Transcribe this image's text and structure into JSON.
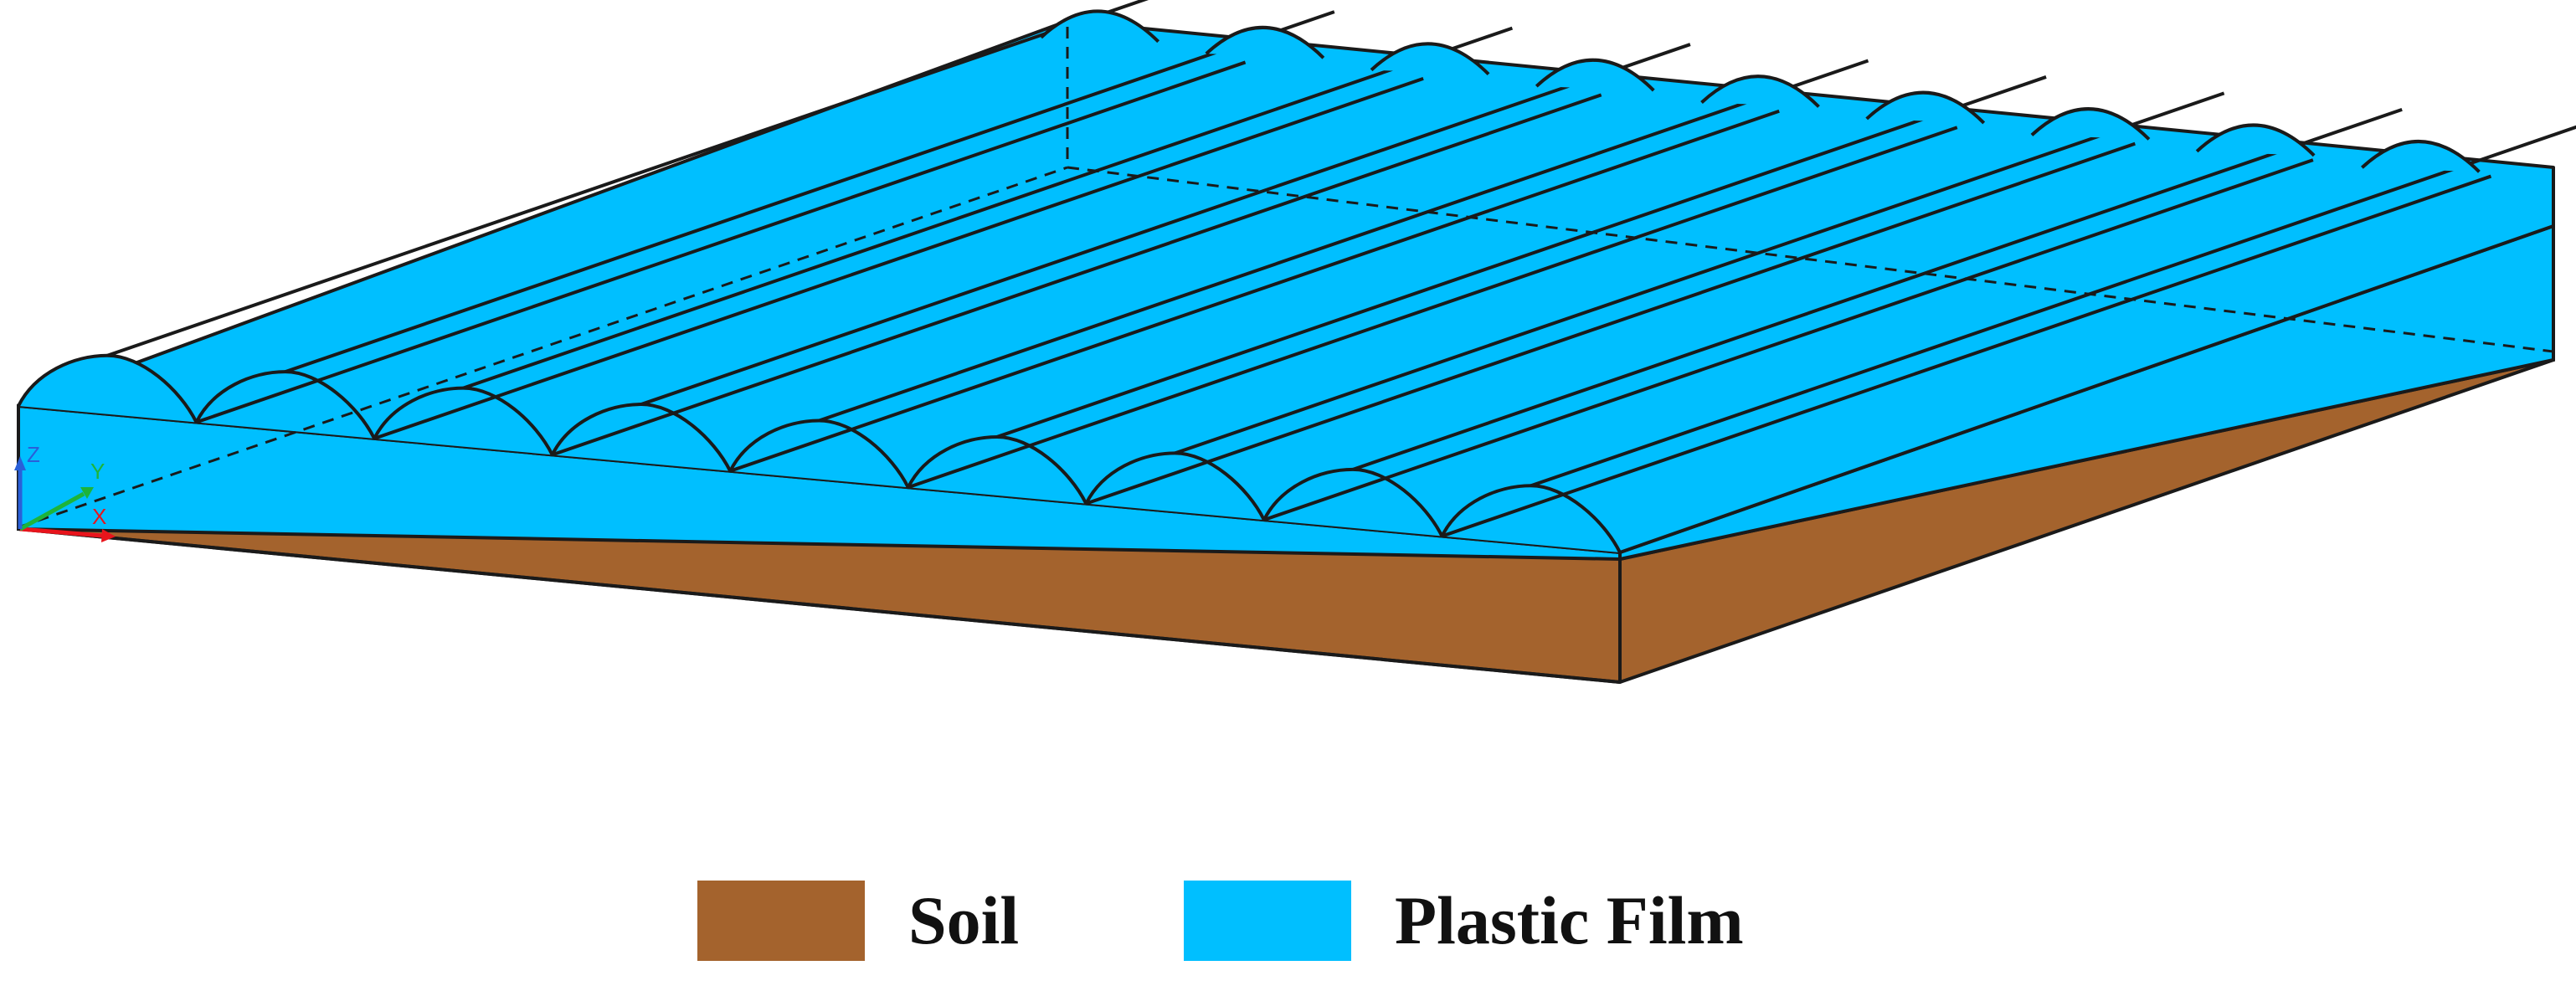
{
  "colors": {
    "soil": "#a4632d",
    "film": "#00bfff",
    "outline": "#1a1a1a",
    "axis_x": "#e8141c",
    "axis_y": "#1db43a",
    "axis_z": "#2a5fd8"
  },
  "legend": {
    "items": [
      {
        "label": "Soil",
        "color": "#a4632d"
      },
      {
        "label": "Plastic Film",
        "color": "#00bfff"
      }
    ]
  },
  "axes": {
    "x": "X",
    "y": "Y",
    "z": "Z"
  }
}
